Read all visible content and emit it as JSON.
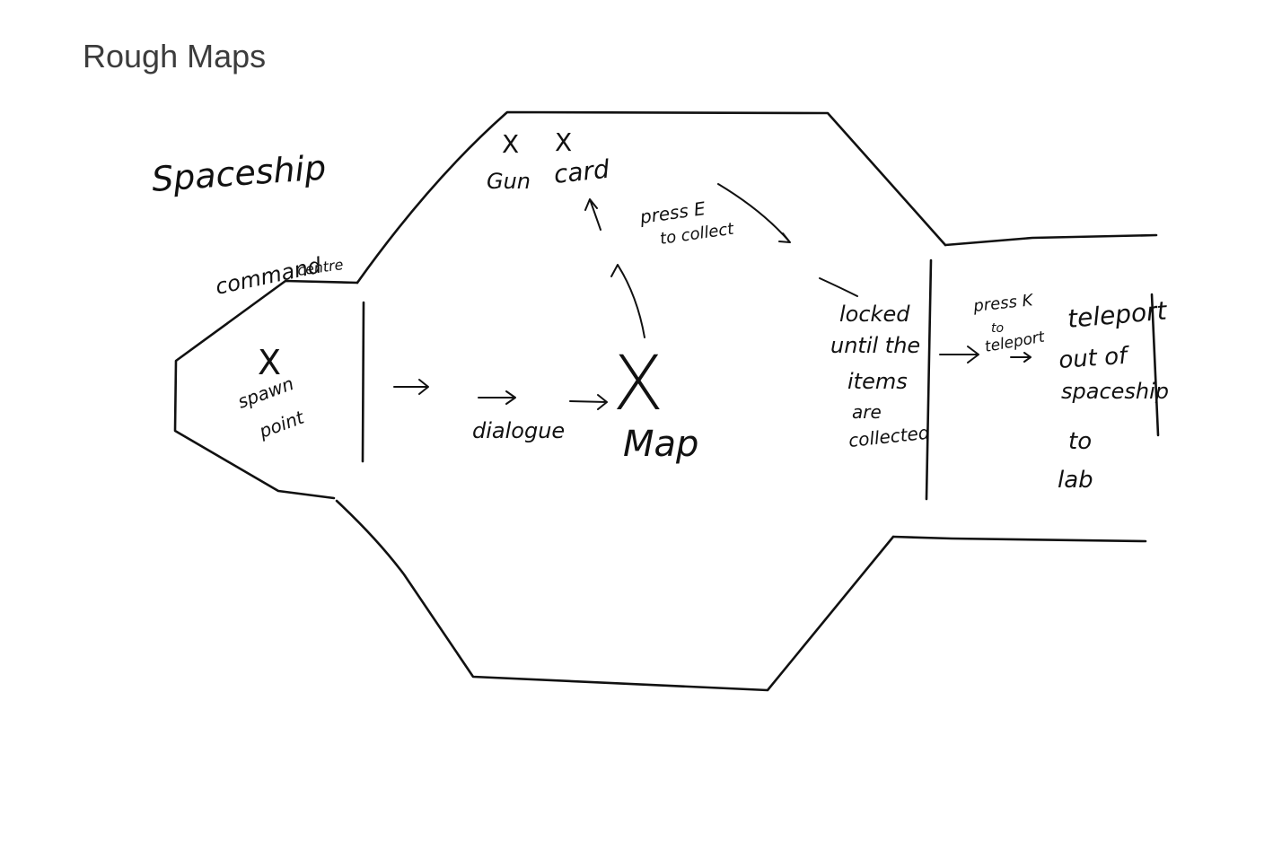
{
  "title": "Rough Maps",
  "labels": {
    "spaceship": "Spaceship",
    "command_centre_1": "command",
    "command_centre_2": "centre",
    "spawn_x": "X",
    "spawn_1": "spawn",
    "spawn_2": "point",
    "dialogue": "dialogue",
    "map_x": "X",
    "map": "Map",
    "gun_x": "X",
    "gun": "Gun",
    "card_x": "X",
    "card": "card",
    "press_e_1": "press E",
    "press_e_2": "to collect",
    "locked_1": "locked",
    "locked_2": "until the",
    "locked_3": "items",
    "locked_4": "are",
    "locked_5": "collected",
    "press_k_1": "press K",
    "press_k_2": "to",
    "press_k_3": "teleport",
    "teleport_1": "teleport",
    "teleport_2": "out of",
    "teleport_3": "spaceship",
    "teleport_4": "to",
    "teleport_5": "lab"
  }
}
